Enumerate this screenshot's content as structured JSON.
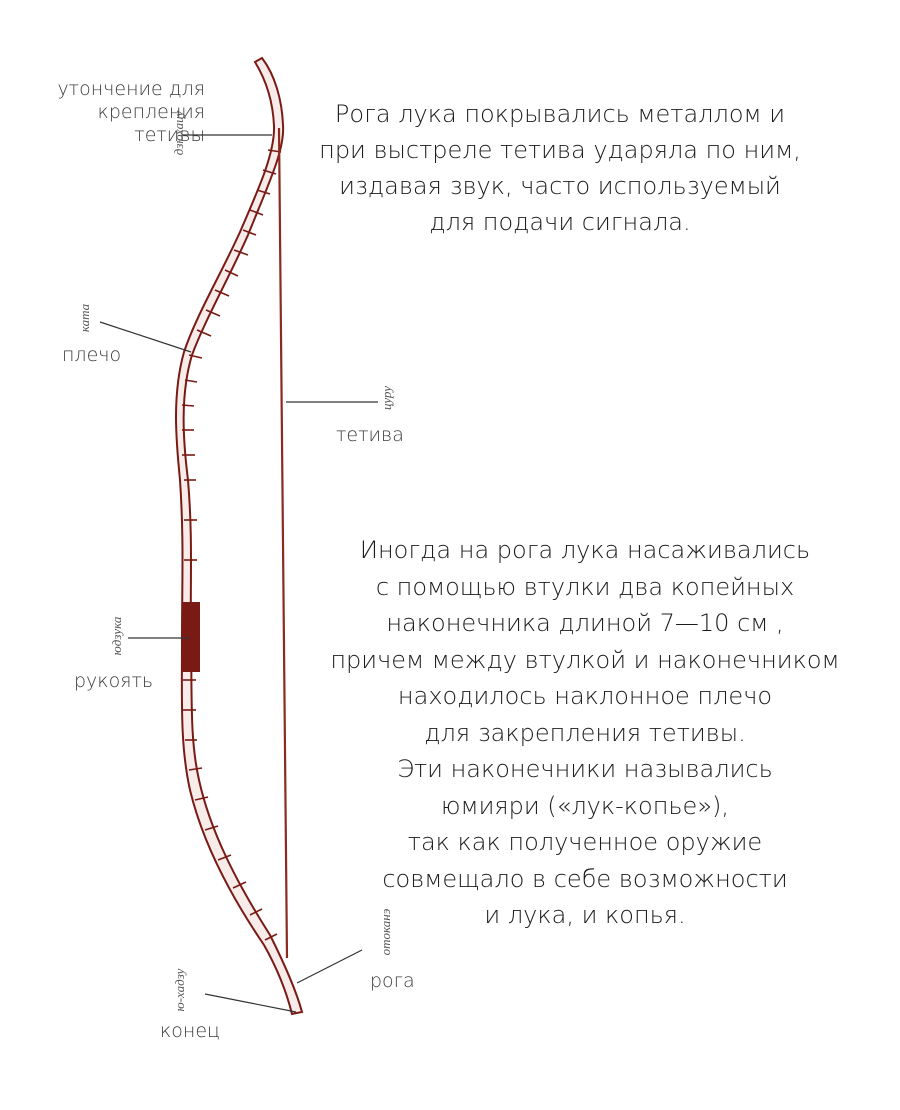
{
  "colors": {
    "bow": "#7a1a14",
    "string": "#8a2a20",
    "leader": "#333333"
  },
  "labels": {
    "nock_ru": "утончение для\nкрепления\nтетивы",
    "nock_jp": "дзюхацу",
    "limb_ru": "плечо",
    "limb_jp": "ката",
    "string_ru": "тетива",
    "string_jp": "цуру",
    "grip_ru": "рукоять",
    "grip_jp": "юдзука",
    "horn_ru": "рога",
    "horn_jp": "отоканэ",
    "end_ru": "конец",
    "end_jp": "ю-хадзу"
  },
  "paragraphs": {
    "top": [
      "Рога лука покрывались металлом и",
      "при выстреле тетива ударяла по ним,",
      "издавая звук, часто используемый",
      "для подачи сигнала."
    ],
    "bottom": [
      "Иногда на рога лука насаживались",
      "с помощью втулки два копейных",
      "наконечника длиной 7—10 см ,",
      "причем между втулкой и наконечником",
      "находилось наклонное плечо",
      "для закрепления тетивы.",
      "Эти наконечники назывались",
      "юмияри («лук-копье»),",
      "так как полученное оружие",
      "совмещало в себе возможности",
      "и лука, и копья."
    ]
  }
}
